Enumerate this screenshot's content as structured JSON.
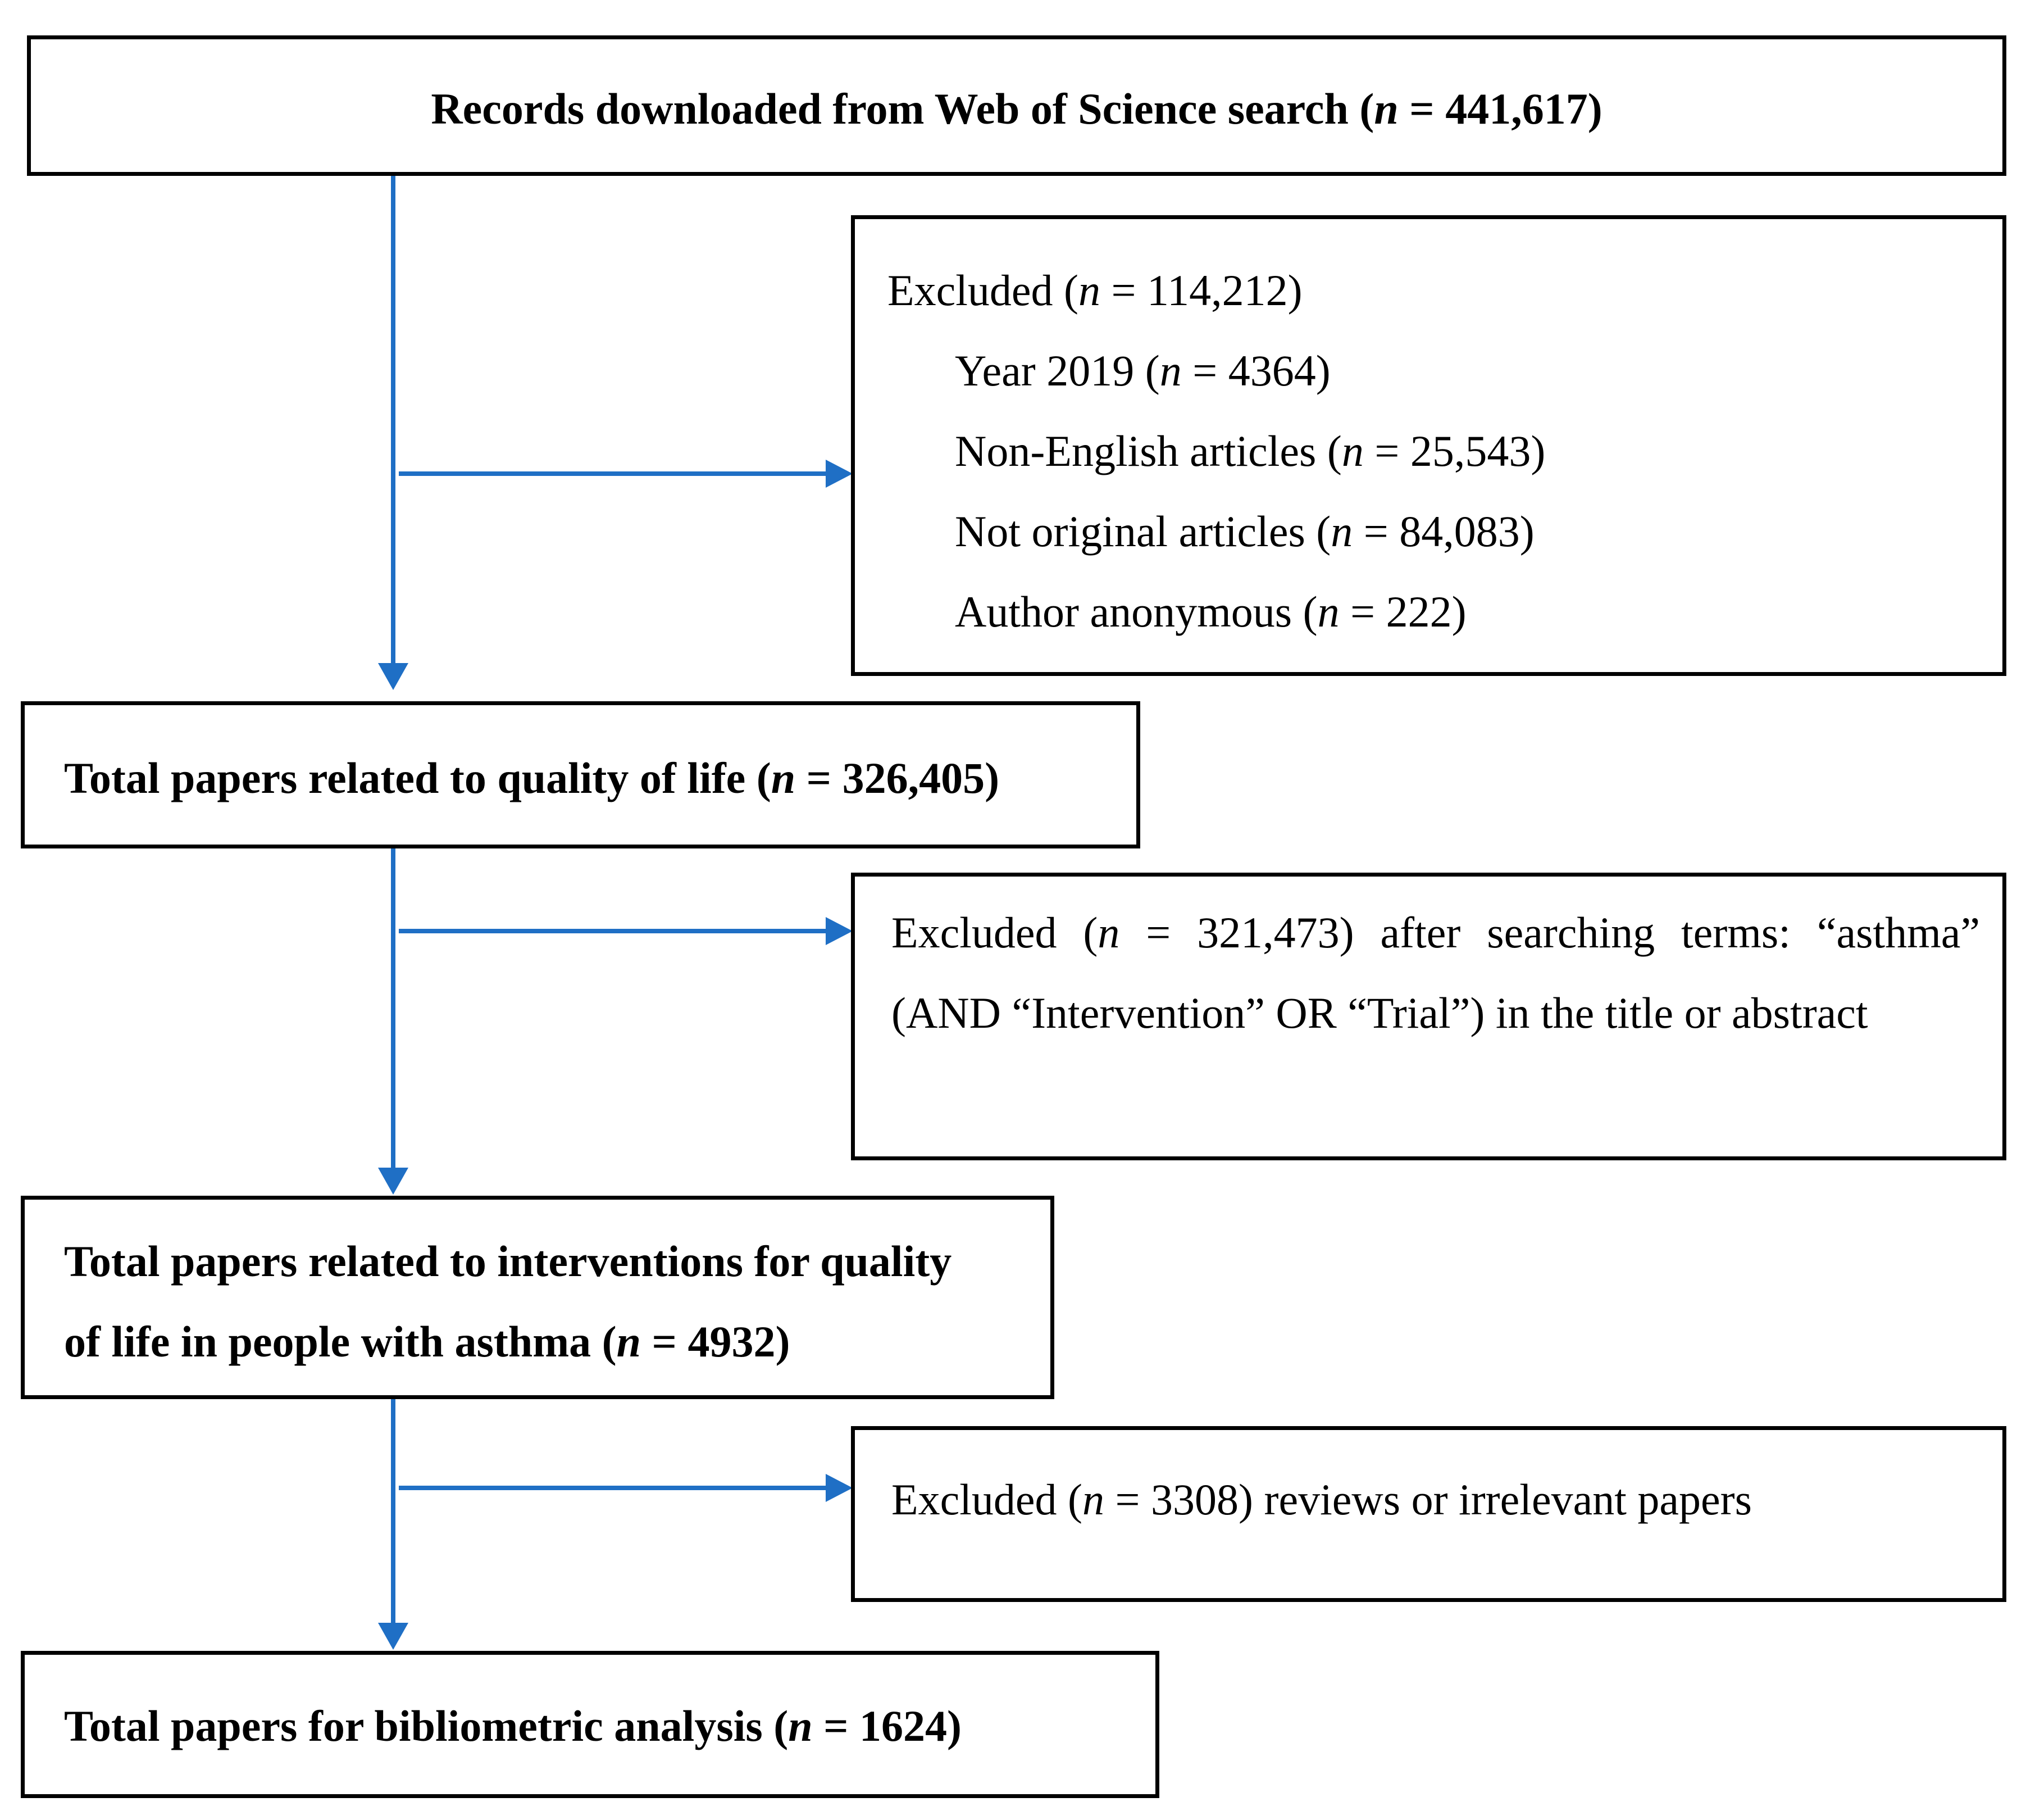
{
  "flow": {
    "records": {
      "label": "Records downloaded from Web of Science search (",
      "n_symbol": "n",
      "value": " = 441,617)"
    },
    "excluded1": {
      "header": {
        "label": "Excluded (",
        "n_symbol": "n",
        "value": " = 114,212)"
      },
      "items": [
        {
          "label": "Year 2019 (",
          "n_symbol": "n",
          "value": " = 4364)"
        },
        {
          "label": "Non-English articles (",
          "n_symbol": "n",
          "value": " = 25,543)"
        },
        {
          "label": "Not original articles (",
          "n_symbol": "n",
          "value": " = 84,083)"
        },
        {
          "label": "Author anonymous (",
          "n_symbol": "n",
          "value": " = 222)"
        }
      ]
    },
    "qol_papers": {
      "label": "Total papers related to quality of life (",
      "n_symbol": "n",
      "value": " = 326,405)"
    },
    "excluded2": {
      "line1_label": "Excluded (",
      "n_symbol": "n",
      "line1_value": " = 321,473) after searching terms: “asthma”",
      "line2": "(AND “Intervention” OR “Trial”) in the title or abstract"
    },
    "intervention_papers": {
      "line1": "Total papers related to interventions for quality",
      "line2_label": "of life in people with asthma (",
      "n_symbol": "n",
      "line2_value": " = 4932)"
    },
    "excluded3": {
      "label": "Excluded (",
      "n_symbol": "n",
      "value": " = 3308) reviews or irrelevant papers"
    },
    "final_papers": {
      "label": "Total papers for bibliometric analysis (",
      "n_symbol": "n",
      "value": " = 1624)"
    }
  },
  "colors": {
    "arrow": "#1f6fc5",
    "box_border": "#000000"
  }
}
